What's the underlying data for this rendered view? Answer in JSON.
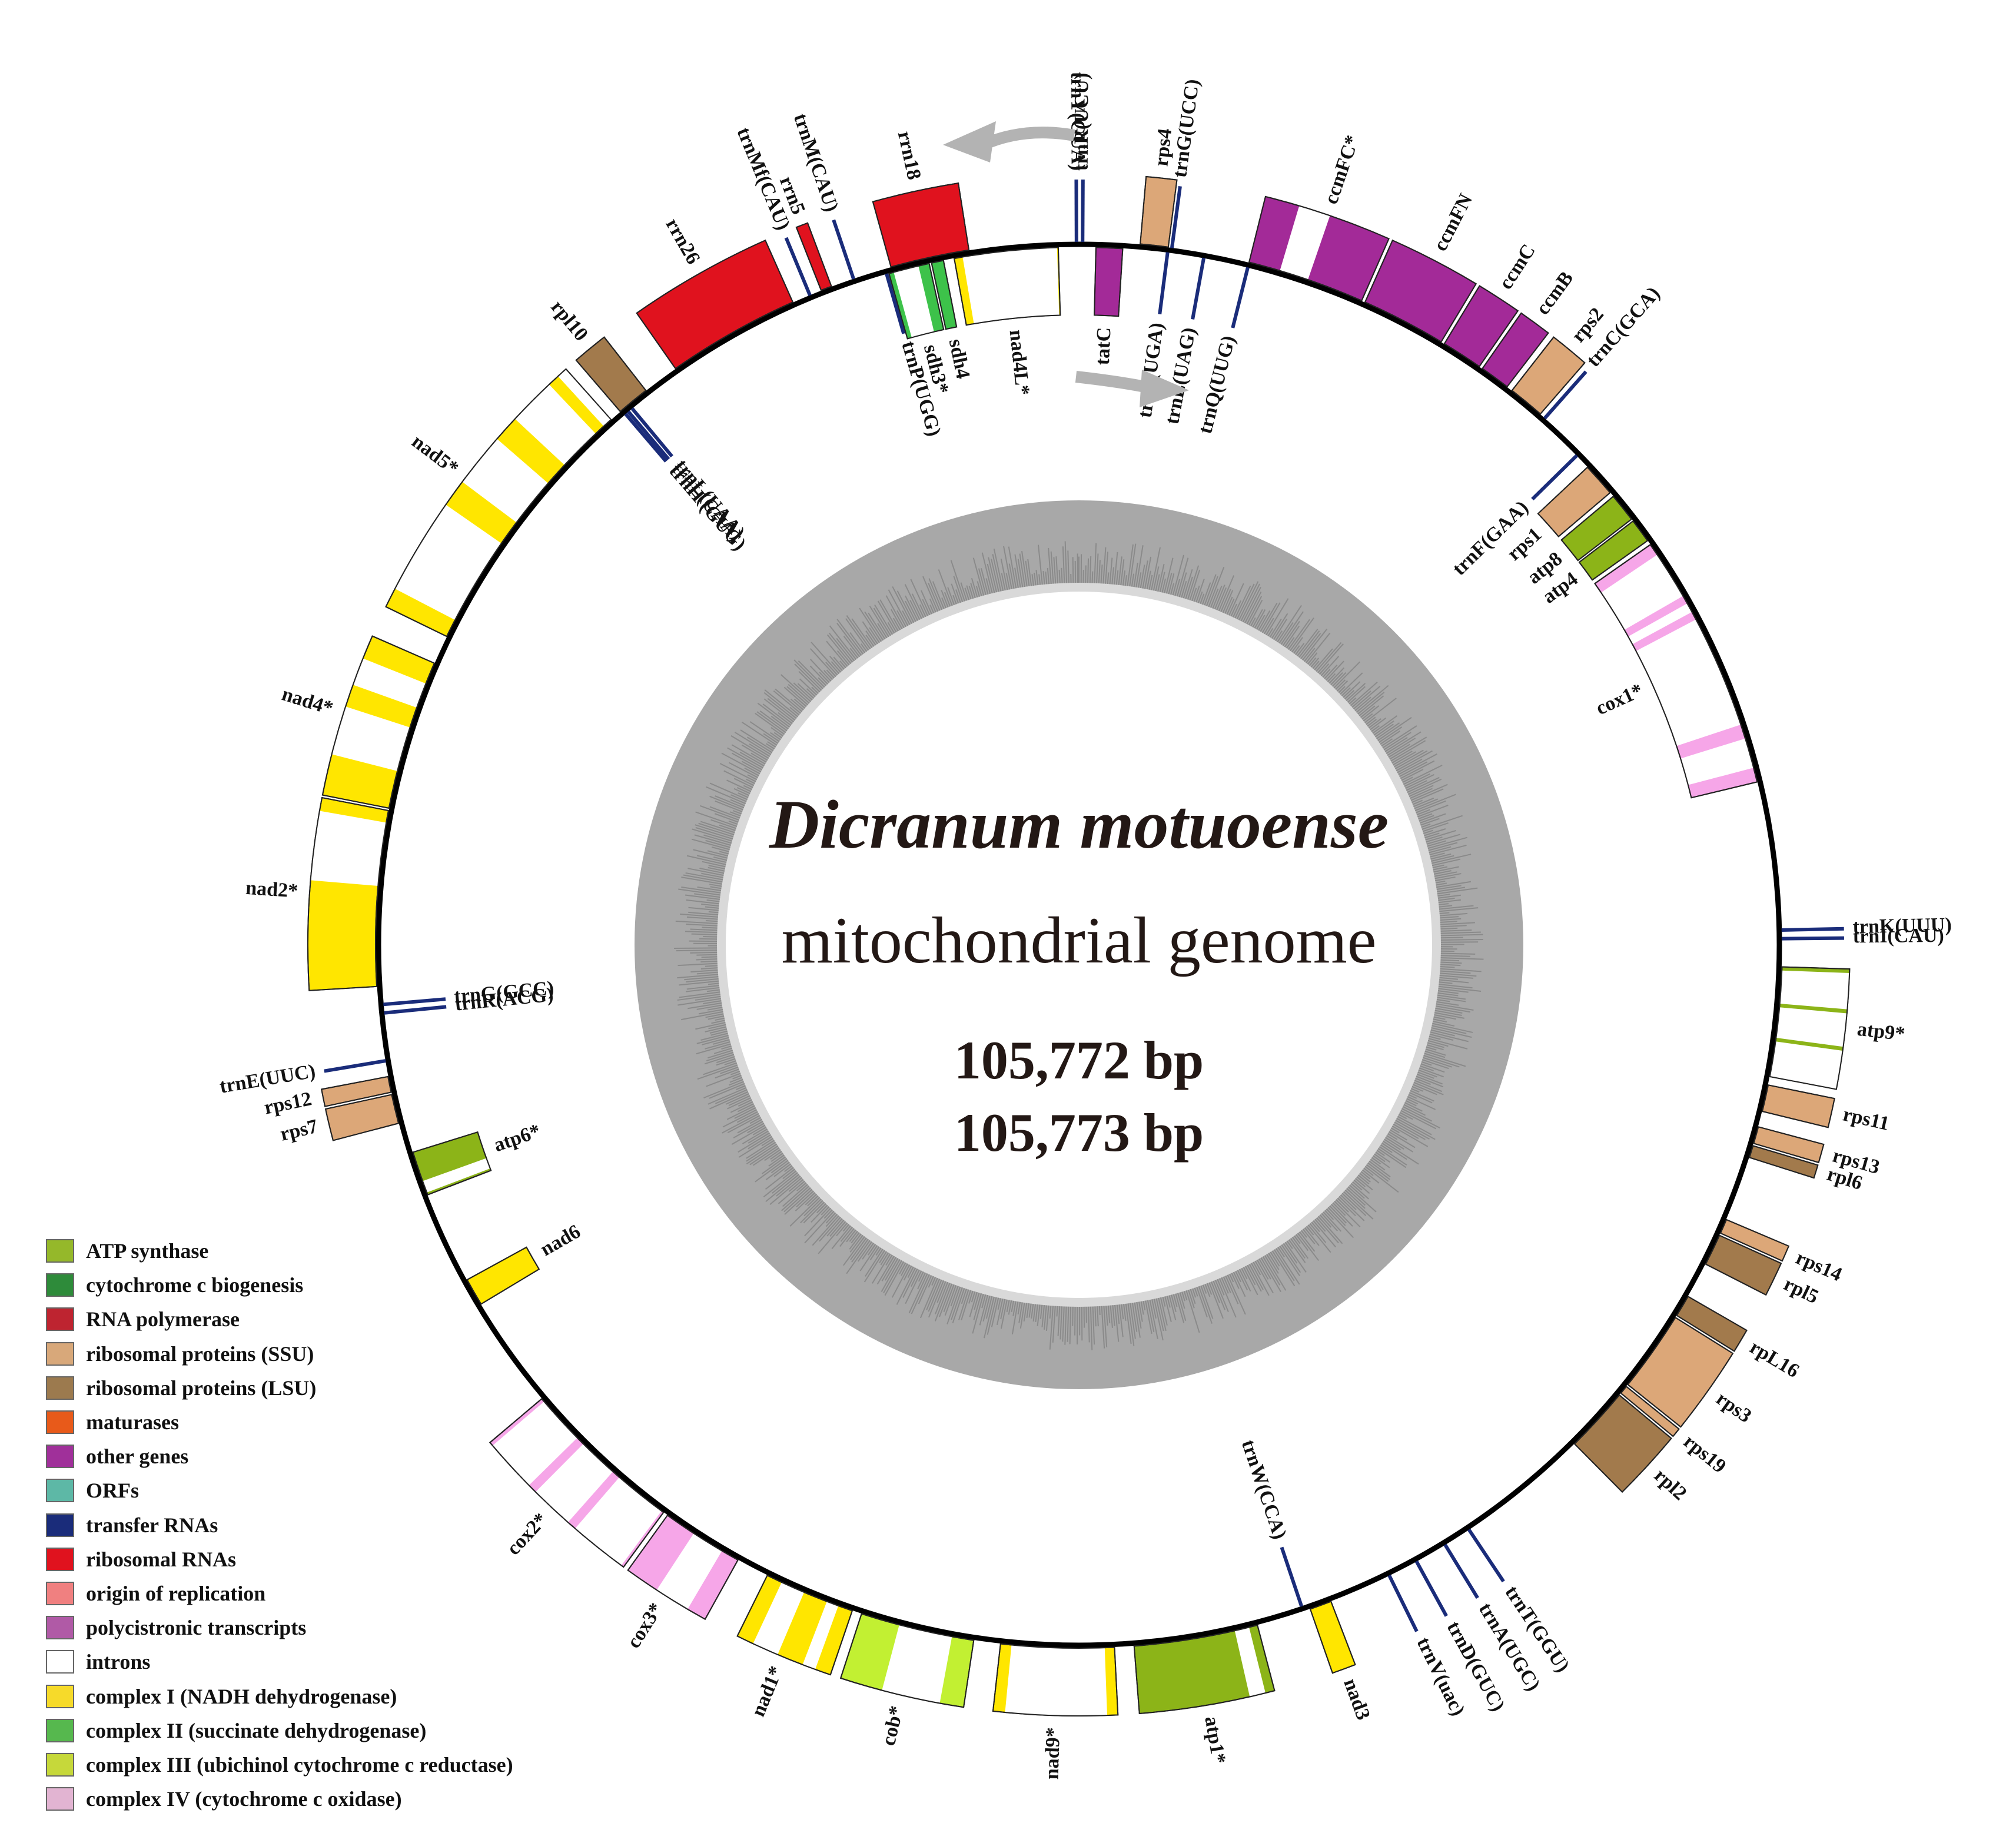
{
  "title": {
    "species": "Dicranum motuoense",
    "subtitle": "mitochondrial genome",
    "length_1": "105,772 bp",
    "length_2": "105,773 bp"
  },
  "colors": {
    "complex1": "#FFE600",
    "complex2": "#3DC24A",
    "complex3": "#C2F032",
    "complex4": "#F6A6E8",
    "atp": "#8CB418",
    "rrna": "#E0121E",
    "trna": "#1A2C7A",
    "ssu": "#DCA778",
    "lsu": "#A27A4C",
    "other": "#A32A98",
    "intron": "#FFFFFF"
  },
  "legend": [
    {
      "label": "ATP synthase",
      "color": "#95B82A"
    },
    {
      "label": "cytochrome c biogenesis",
      "color": "#2E8B3A"
    },
    {
      "label": "RNA polymerase",
      "color": "#BE2430"
    },
    {
      "label": "ribosomal proteins (SSU)",
      "color": "#D8A87A"
    },
    {
      "label": "ribosomal proteins (LSU)",
      "color": "#9C7A4E"
    },
    {
      "label": "maturases",
      "color": "#E85A1A"
    },
    {
      "label": "other genes",
      "color": "#A0309A"
    },
    {
      "label": "ORFs",
      "color": "#5DB8A6"
    },
    {
      "label": "transfer RNAs",
      "color": "#1A2C7A"
    },
    {
      "label": "ribosomal RNAs",
      "color": "#E0121E"
    },
    {
      "label": "origin of replication",
      "color": "#F08080"
    },
    {
      "label": "polycistronic transcripts",
      "color": "#B05AA6"
    },
    {
      "label": "introns",
      "color": "#FFFFFF"
    },
    {
      "label": "complex I (NADH dehydrogenase)",
      "color": "#F6DA2A"
    },
    {
      "label": "complex II (succinate dehydrogenase)",
      "color": "#56B84E"
    },
    {
      "label": "complex III (ubichinol cytochrome c reductase)",
      "color": "#C6D83A"
    },
    {
      "label": "complex IV (cytochrome c oxidase)",
      "color": "#E2B4D2"
    }
  ],
  "genes": [
    {
      "name": "rrn26",
      "strand": "out",
      "type": "rrna",
      "start": 325.0,
      "end": 336.0
    },
    {
      "name": "rrn5",
      "strand": "out",
      "type": "rrna",
      "start": 338.5,
      "end": 339.4
    },
    {
      "name": "trnMf(CAU)",
      "strand": "out",
      "type": "trna",
      "pos": 337.5
    },
    {
      "name": "trnM(CAU)",
      "strand": "out",
      "type": "trna",
      "pos": 341.3
    },
    {
      "name": "rrn18",
      "strand": "out",
      "type": "rrna",
      "start": 344.5,
      "end": 351.0
    },
    {
      "name": "trnY(GUA)",
      "strand": "out",
      "type": "trna",
      "pos": 359.8
    },
    {
      "name": "trnR(UCU)",
      "strand": "out",
      "type": "trna",
      "pos": 0.3
    },
    {
      "name": "rps4",
      "strand": "out",
      "type": "ssu",
      "start": 5.0,
      "end": 7.3
    },
    {
      "name": "trnG(UCC)",
      "strand": "out",
      "type": "trna",
      "pos": 7.6
    },
    {
      "name": "ccmFC*",
      "strand": "out",
      "type": "other",
      "start": 14.0,
      "end": 23.7,
      "introns": [
        [
          16.6,
          19.0
        ]
      ]
    },
    {
      "name": "ccmFN",
      "strand": "out",
      "type": "other",
      "start": 24.0,
      "end": 31.0
    },
    {
      "name": "ccmC",
      "strand": "out",
      "type": "other",
      "start": 31.3,
      "end": 34.7
    },
    {
      "name": "ccmB",
      "strand": "out",
      "type": "other",
      "start": 35.0,
      "end": 37.5
    },
    {
      "name": "rps2",
      "strand": "out",
      "type": "ssu",
      "start": 38.0,
      "end": 41.0
    },
    {
      "name": "trnC(GCA)",
      "strand": "out",
      "type": "trna",
      "pos": 41.5
    },
    {
      "name": "trnP(UGG)",
      "strand": "in",
      "type": "trna",
      "pos": 344.0
    },
    {
      "name": "sdh3*",
      "strand": "in",
      "type": "complex2",
      "start": 344.2,
      "end": 347.6,
      "introns": [
        [
          344.6,
          346.7
        ]
      ]
    },
    {
      "name": "sdh4",
      "strand": "in",
      "type": "complex2",
      "start": 347.8,
      "end": 348.8
    },
    {
      "name": "nad4L*",
      "strand": "in",
      "type": "complex1",
      "start": 349.7,
      "end": 358.3,
      "introns": [
        [
          350.4,
          358.2
        ]
      ]
    },
    {
      "name": "tatC",
      "strand": "in",
      "type": "other",
      "start": 1.4,
      "end": 3.6
    },
    {
      "name": "trnS(UGA)",
      "strand": "in",
      "type": "trna",
      "pos": 7.3
    },
    {
      "name": "trnL(UAG)",
      "strand": "in",
      "type": "trna",
      "pos": 10.3
    },
    {
      "name": "trnQ(UUG)",
      "strand": "in",
      "type": "trna",
      "pos": 14.0
    },
    {
      "name": "trnF(GAA)",
      "strand": "in",
      "type": "trna",
      "pos": 45.5
    },
    {
      "name": "rps1",
      "strand": "in",
      "type": "ssu",
      "start": 46.8,
      "end": 49.6
    },
    {
      "name": "atp8",
      "strand": "in",
      "type": "atp",
      "start": 50.0,
      "end": 52.4
    },
    {
      "name": "atp4",
      "strand": "in",
      "type": "atp",
      "start": 52.6,
      "end": 54.6
    },
    {
      "name": "cox1*",
      "strand": "in",
      "type": "complex4",
      "start": 55.0,
      "end": 76.5,
      "introns": [
        [
          56.0,
          60.0
        ],
        [
          60.7,
          61.5
        ],
        [
          62.2,
          71.6
        ],
        [
          72.8,
          75.3
        ]
      ]
    },
    {
      "name": "trnK(UUU)",
      "strand": "out",
      "type": "trna",
      "pos": 88.8
    },
    {
      "name": "trnI(CAU)",
      "strand": "out",
      "type": "trna",
      "pos": 89.5
    },
    {
      "name": "atp9*",
      "strand": "out",
      "type": "atp",
      "start": 91.8,
      "end": 100.8,
      "introns": [
        [
          92.1,
          94.8
        ],
        [
          95.1,
          97.6
        ],
        [
          97.9,
          100.8
        ]
      ]
    },
    {
      "name": "rps11",
      "strand": "out",
      "type": "ssu",
      "start": 101.5,
      "end": 103.7
    },
    {
      "name": "rps13",
      "strand": "out",
      "type": "ssu",
      "start": 105.0,
      "end": 106.4
    },
    {
      "name": "rpl6",
      "strand": "out",
      "type": "lsu",
      "start": 106.6,
      "end": 107.6
    },
    {
      "name": "rps14",
      "strand": "out",
      "type": "ssu",
      "start": 113.0,
      "end": 114.2
    },
    {
      "name": "rpl5",
      "strand": "out",
      "type": "lsu",
      "start": 114.4,
      "end": 117.0
    },
    {
      "name": "rpL16",
      "strand": "out",
      "type": "lsu",
      "start": 120.0,
      "end": 121.8
    },
    {
      "name": "rps3",
      "strand": "out",
      "type": "ssu",
      "start": 122.0,
      "end": 128.7
    },
    {
      "name": "rps19",
      "strand": "out",
      "type": "ssu",
      "start": 128.9,
      "end": 129.6
    },
    {
      "name": "rpl2",
      "strand": "out",
      "type": "lsu",
      "start": 129.8,
      "end": 135.2
    },
    {
      "name": "trnT(GGU)",
      "strand": "out",
      "type": "trna",
      "pos": 146.3
    },
    {
      "name": "trnA(UGC)",
      "strand": "out",
      "type": "trna",
      "pos": 148.6
    },
    {
      "name": "trnD(GUC)",
      "strand": "out",
      "type": "trna",
      "pos": 151.3
    },
    {
      "name": "trnV(uac)",
      "strand": "out",
      "type": "trna",
      "pos": 153.8
    },
    {
      "name": "trnW(CCA)",
      "strand": "in",
      "type": "trna",
      "pos": 161.4
    },
    {
      "name": "nad3",
      "strand": "out",
      "type": "complex1",
      "start": 159.0,
      "end": 160.8
    },
    {
      "name": "atp1*",
      "strand": "out",
      "type": "atp",
      "start": 165.3,
      "end": 175.5,
      "introns": [
        [
          166.0,
          167.2
        ]
      ]
    },
    {
      "name": "nad9*",
      "strand": "out",
      "type": "complex1",
      "start": 177.1,
      "end": 186.4,
      "introns": [
        [
          177.9,
          185.5
        ]
      ]
    },
    {
      "name": "cob*",
      "strand": "out",
      "type": "complex3",
      "start": 188.6,
      "end": 198.0,
      "introns": [
        [
          190.4,
          194.8
        ]
      ]
    },
    {
      "name": "nad1*",
      "strand": "out",
      "type": "complex1",
      "start": 198.8,
      "end": 206.3,
      "introns": [
        [
          200.0,
          201.0
        ],
        [
          203.0,
          205.0
        ]
      ]
    },
    {
      "name": "cox3*",
      "strand": "out",
      "type": "complex4",
      "start": 209.0,
      "end": 215.8,
      "introns": [
        [
          210.5,
          213.2
        ]
      ]
    },
    {
      "name": "cox2*",
      "strand": "out",
      "type": "complex4",
      "start": 216.2,
      "end": 229.8,
      "introns": [
        [
          216.4,
          220.8
        ],
        [
          221.5,
          224.8
        ],
        [
          225.5,
          229.5
        ]
      ]
    },
    {
      "name": "nad6",
      "strand": "in",
      "type": "complex1",
      "start": 239.0,
      "end": 241.3
    },
    {
      "name": "atp6*",
      "strand": "in",
      "type": "atp",
      "start": 249.0,
      "end": 252.7,
      "introns": [
        [
          249.2,
          250.2
        ]
      ]
    },
    {
      "name": "rps7",
      "strand": "out",
      "type": "ssu",
      "start": 255.3,
      "end": 257.7
    },
    {
      "name": "rps12",
      "strand": "out",
      "type": "ssu",
      "start": 257.9,
      "end": 259.2
    },
    {
      "name": "trnE(UUC)",
      "strand": "out",
      "type": "trna",
      "pos": 260.5
    },
    {
      "name": "trnR(ACG)",
      "strand": "in",
      "type": "trna",
      "pos": 264.4
    },
    {
      "name": "trnG(GCC)",
      "strand": "in",
      "type": "trna",
      "pos": 265.1
    },
    {
      "name": "nad2*",
      "strand": "out",
      "type": "complex1",
      "start": 266.6,
      "end": 281.0,
      "introns": [
        [
          274.8,
          280.0
        ]
      ]
    },
    {
      "name": "nad4*",
      "strand": "out",
      "type": "complex1",
      "start": 281.2,
      "end": 293.6,
      "introns": [
        [
          284.3,
          288.0
        ],
        [
          289.7,
          291.8
        ]
      ]
    },
    {
      "name": "nad5*",
      "strand": "out",
      "type": "complex1",
      "start": 296.0,
      "end": 318.3,
      "introns": [
        [
          297.5,
          304.8
        ],
        [
          306.9,
          311.0
        ],
        [
          313.0,
          316.6
        ],
        [
          317.5,
          318.3
        ]
      ]
    },
    {
      "name": "rpl10",
      "strand": "out",
      "type": "lsu",
      "start": 319.3,
      "end": 322.0
    },
    {
      "name": "trnH (GUG)",
      "strand": "in",
      "type": "trna",
      "pos": 319.5
    },
    {
      "name": "trnL(CAA)",
      "strand": "in",
      "type": "trna",
      "pos": 319.8
    },
    {
      "name": "trnL(UAA)",
      "strand": "in",
      "type": "trna",
      "pos": 320.2
    }
  ]
}
